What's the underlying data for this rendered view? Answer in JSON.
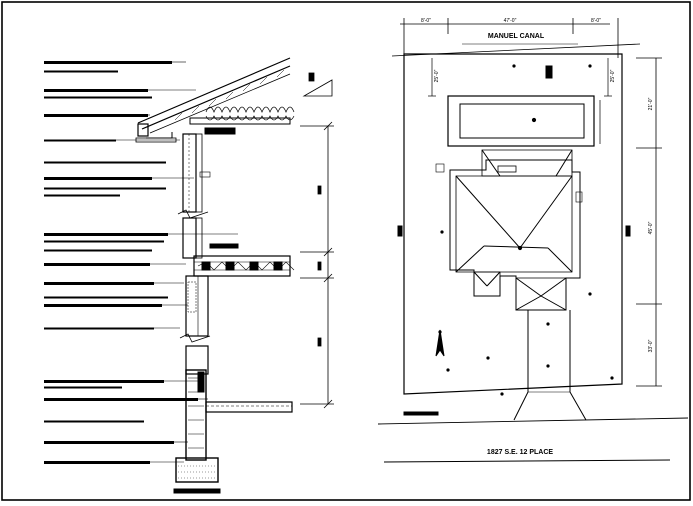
{
  "drawing": {
    "section_leaders": 24,
    "labels": {
      "canal": "MANUEL CANAL",
      "street": "1827 S.E. 12 PLACE",
      "top_dims": [
        "8'-0\"",
        "47'-0\"",
        "8'-0\""
      ],
      "right_dims": [
        "21'-0\"",
        "45'-0\"",
        "33'-0\""
      ],
      "setbacks": [
        "25'-0\"",
        "25'-0\""
      ]
    }
  }
}
